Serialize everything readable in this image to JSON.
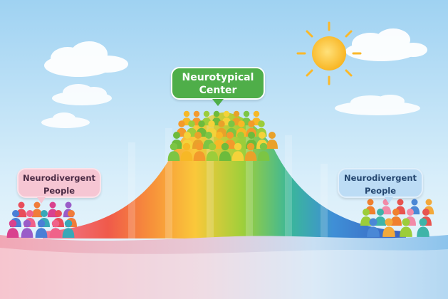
{
  "labels": {
    "center": [
      "Neurotypical",
      "Center"
    ],
    "left": [
      "Neurodivergent",
      "People"
    ],
    "right": [
      "Neurodivergent",
      "People"
    ]
  },
  "icons": {
    "sun": "sun-icon",
    "clouds": "cloud-icon",
    "people": "person-icon"
  },
  "colors": {
    "sky_top": "#9fd2f2",
    "sky_bottom": "#e7f5fc",
    "center_bubble": "#4fae49",
    "left_bubble": "#f6c6d3",
    "right_bubble": "#bcdcf5",
    "sun": "#fdc42c"
  }
}
